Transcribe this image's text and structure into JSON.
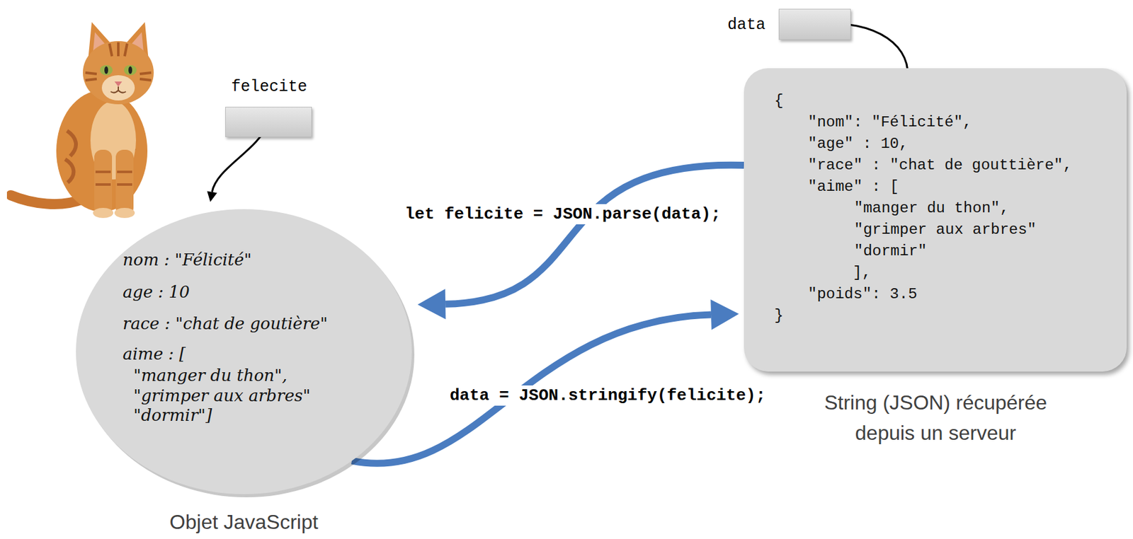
{
  "diagram": {
    "nodes": [
      {
        "text": [
          "felecite"
        ]
      },
      {
        "text": [
          "nom : \"Félicité\"",
          "age : 10",
          "race : \"chat de goutière\"",
          "aime : [",
          "\"manger du thon\",",
          "\"grimper aux arbres\"",
          "\"dormir\"]",
          "Objet JavaScript"
        ]
      },
      {
        "text": [
          "data"
        ]
      },
      {
        "text": [
          "{",
          "\"nom\": \"Félicité\",",
          "\"age\" : 10,",
          "\"race\" : \"chat de gouttière\",",
          "\"aime\" : [",
          "\"manger du thon\",",
          "\"grimper aux arbres\"",
          "\"dormir\"",
          "],",
          "\"poids\": 3.5",
          "}",
          "String (JSON) récupérée depuis un serveur"
        ]
      }
    ],
    "edges": [
      {
        "from": 0,
        "to": 1,
        "arrow": "to"
      },
      {
        "from": 2,
        "to": 3,
        "arrow": "to"
      },
      {
        "from": 3,
        "to": 1,
        "arrow": "to",
        "label": "let felicite = JSON.parse(data);"
      },
      {
        "from": 1,
        "to": 3,
        "arrow": "to",
        "label": "data = JSON.stringify(felicite);"
      }
    ]
  }
}
